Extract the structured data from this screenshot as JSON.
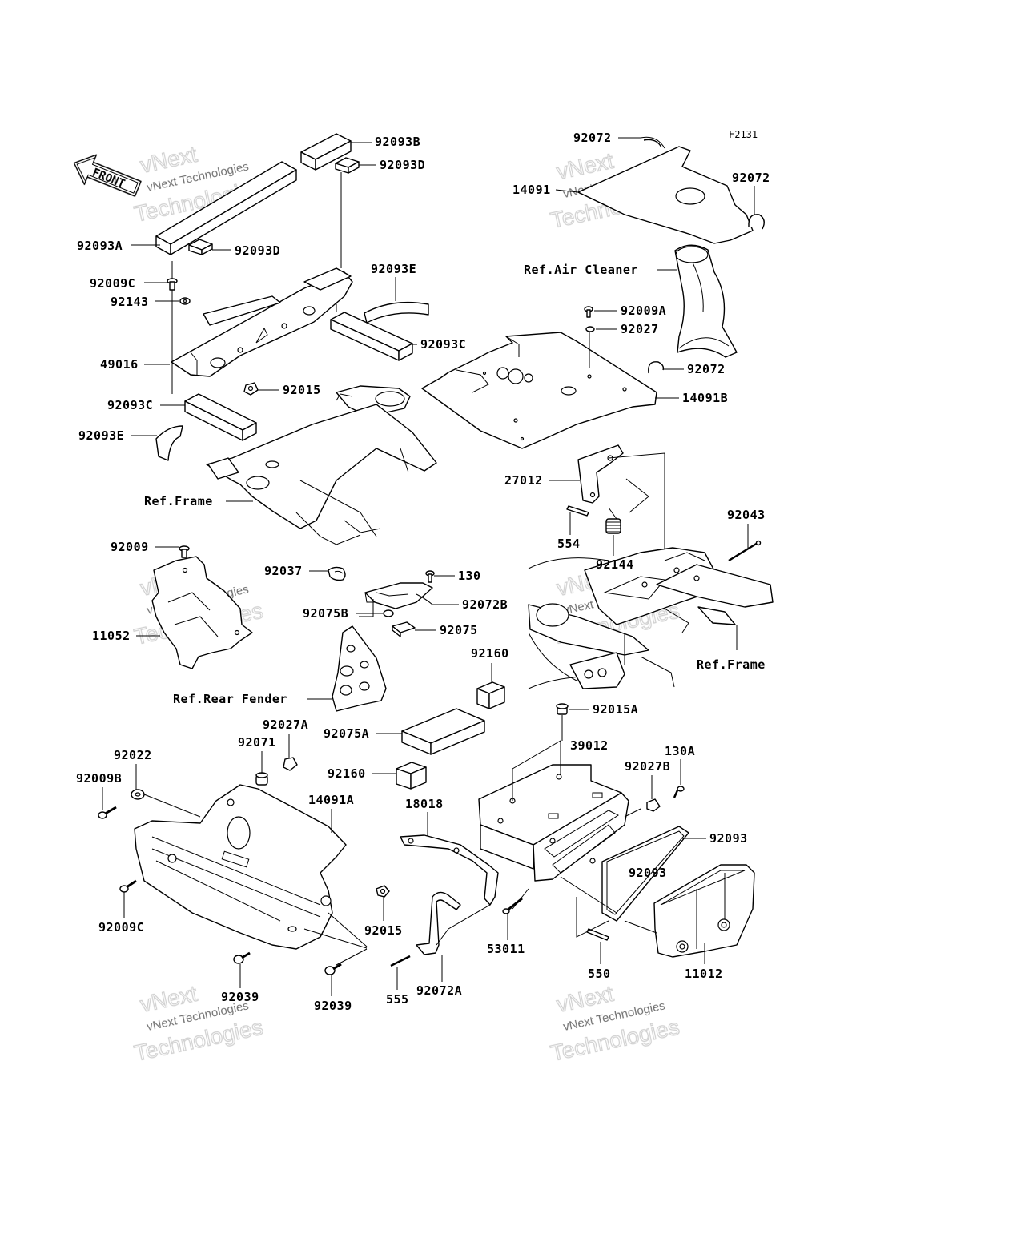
{
  "figure_code": "F2131",
  "front_arrow_label": "FRONT",
  "watermark": {
    "line1": "vNext Technologies",
    "line2": "vNext",
    "line3": "Technologies"
  },
  "labels": {
    "l92093B": "92093B",
    "l92093D_top": "92093D",
    "l92093A": "92093A",
    "l92093D_mid": "92093D",
    "l92009C_top": "92009C",
    "l92143": "92143",
    "l92093E_top": "92093E",
    "l92093C_right": "92093C",
    "l49016": "49016",
    "l92015_top": "92015",
    "l92093C_left": "92093C",
    "l92093E_left": "92093E",
    "lRefFrame_left": "Ref.Frame",
    "l92072_top": "92072",
    "l14091": "14091",
    "l92072_right": "92072",
    "lRefAirCleaner": "Ref.Air Cleaner",
    "l92009A": "92009A",
    "l92027": "92027",
    "l92072_mid": "92072",
    "l14091B": "14091B",
    "l27012": "27012",
    "l554": "554",
    "l92144": "92144",
    "l92043": "92043",
    "lRefFrame_right": "Ref.Frame",
    "l92009": "92009",
    "l11052": "11052",
    "l92037": "92037",
    "l130": "130",
    "l92072B": "92072B",
    "l92075B": "92075B",
    "l92075": "92075",
    "l92160_top": "92160",
    "lRefRearFender": "Ref.Rear Fender",
    "l92027A": "92027A",
    "l92075A": "92075A",
    "l92015A": "92015A",
    "l92022": "92022",
    "l92071": "92071",
    "l92009B": "92009B",
    "l92160_mid": "92160",
    "l39012": "39012",
    "l130A": "130A",
    "l92027B": "92027B",
    "l14091A": "14091A",
    "l18018": "18018",
    "l92093_right": "92093",
    "l92093_mid": "92093",
    "l92009C_bottom": "92009C",
    "l92015_bottom": "92015",
    "l53011": "53011",
    "l550": "550",
    "l11012": "11012",
    "l92039_left": "92039",
    "l92039_right": "92039",
    "l555": "555",
    "l92072A": "92072A"
  }
}
